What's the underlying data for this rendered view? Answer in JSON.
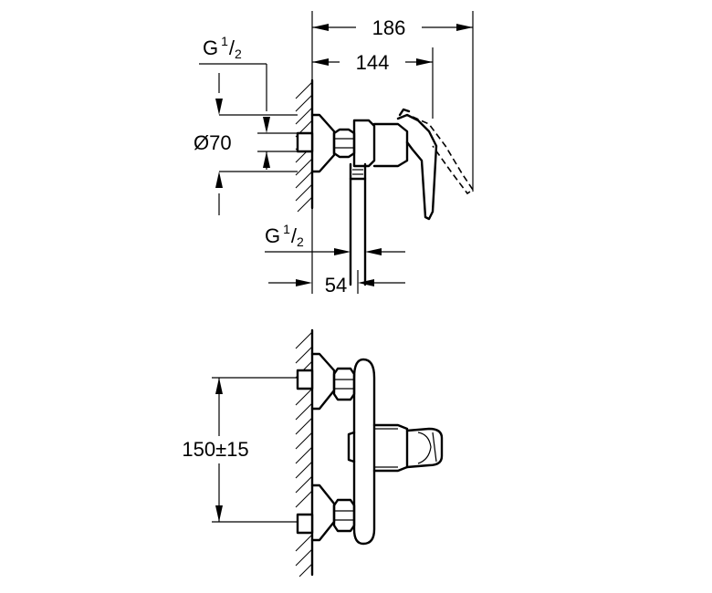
{
  "dimensions": {
    "overall_depth": "186",
    "body_depth": "144",
    "inlet_thread": "G",
    "inlet_thread_frac_num": "1",
    "inlet_thread_frac_den": "2",
    "escutcheon_diameter": "Ø70",
    "outlet_thread": "G",
    "outlet_thread_frac_num": "1",
    "outlet_thread_frac_den": "2",
    "outlet_offset": "54",
    "inlet_centres": "150±15"
  }
}
